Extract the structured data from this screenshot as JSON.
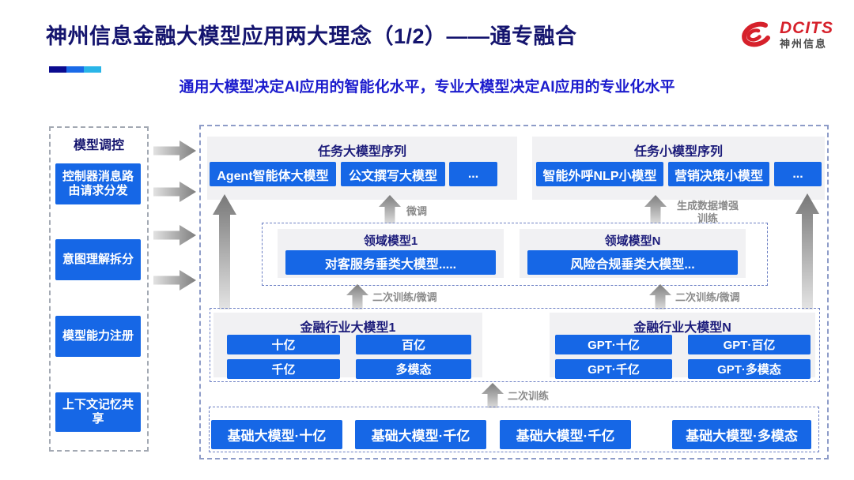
{
  "slide": {
    "title": "神州信息金融大模型应用两大理念（1/2）——通专融合",
    "subtitle": "通用大模型决定AI应用的智能化水平，专业大模型决定AI应用的专业化水平"
  },
  "logo": {
    "brand": "DCITS",
    "company": "神州信息"
  },
  "sidebar": {
    "title": "模型调控",
    "items": [
      {
        "label": "控制器消息路由请求分发"
      },
      {
        "label": "意图理解拆分"
      },
      {
        "label": "模型能力注册"
      },
      {
        "label": "上下文记忆共享"
      }
    ]
  },
  "diagram": {
    "task_large_series": {
      "title": "任务大模型序列",
      "models": [
        "Agent智能体大模型",
        "公文撰写大模型",
        "..."
      ]
    },
    "task_small_series": {
      "title": "任务小模型序列",
      "models": [
        "智能外呼NLP小模型",
        "营销决策小模型",
        "..."
      ]
    },
    "domain_model_1": {
      "title": "领域模型1",
      "model": "对客服务垂类大模型....."
    },
    "domain_model_n": {
      "title": "领域模型N",
      "model": "风险合规垂类大模型..."
    },
    "industry_model_1": {
      "title": "金融行业大模型1",
      "models": [
        "十亿",
        "百亿",
        "千亿",
        "多模态"
      ]
    },
    "industry_model_n": {
      "title": "金融行业大模型N",
      "models": [
        "GPT·十亿",
        "GPT·百亿",
        "GPT·千亿",
        "GPT·多模态"
      ]
    },
    "base_models": [
      "基础大模型·十亿",
      "基础大模型·千亿",
      "基础大模型·千亿",
      "基础大模型·多模态"
    ],
    "arrow_labels": {
      "finetune": "微调",
      "gen_data_line1": "生成数据增强",
      "gen_data_line2": "训练",
      "retrain_finetune_left": "二次训练/微调",
      "retrain_finetune_right": "二次训练/微调",
      "retrain": "二次训练"
    }
  },
  "colors": {
    "button_blue": "#1667e6",
    "title_navy": "#14146e",
    "subtitle_blue": "#1b1bcd",
    "logo_red": "#d6212b",
    "accent_bar": [
      "#0b0b8f",
      "#1a6ae8",
      "#29b5e8"
    ]
  }
}
